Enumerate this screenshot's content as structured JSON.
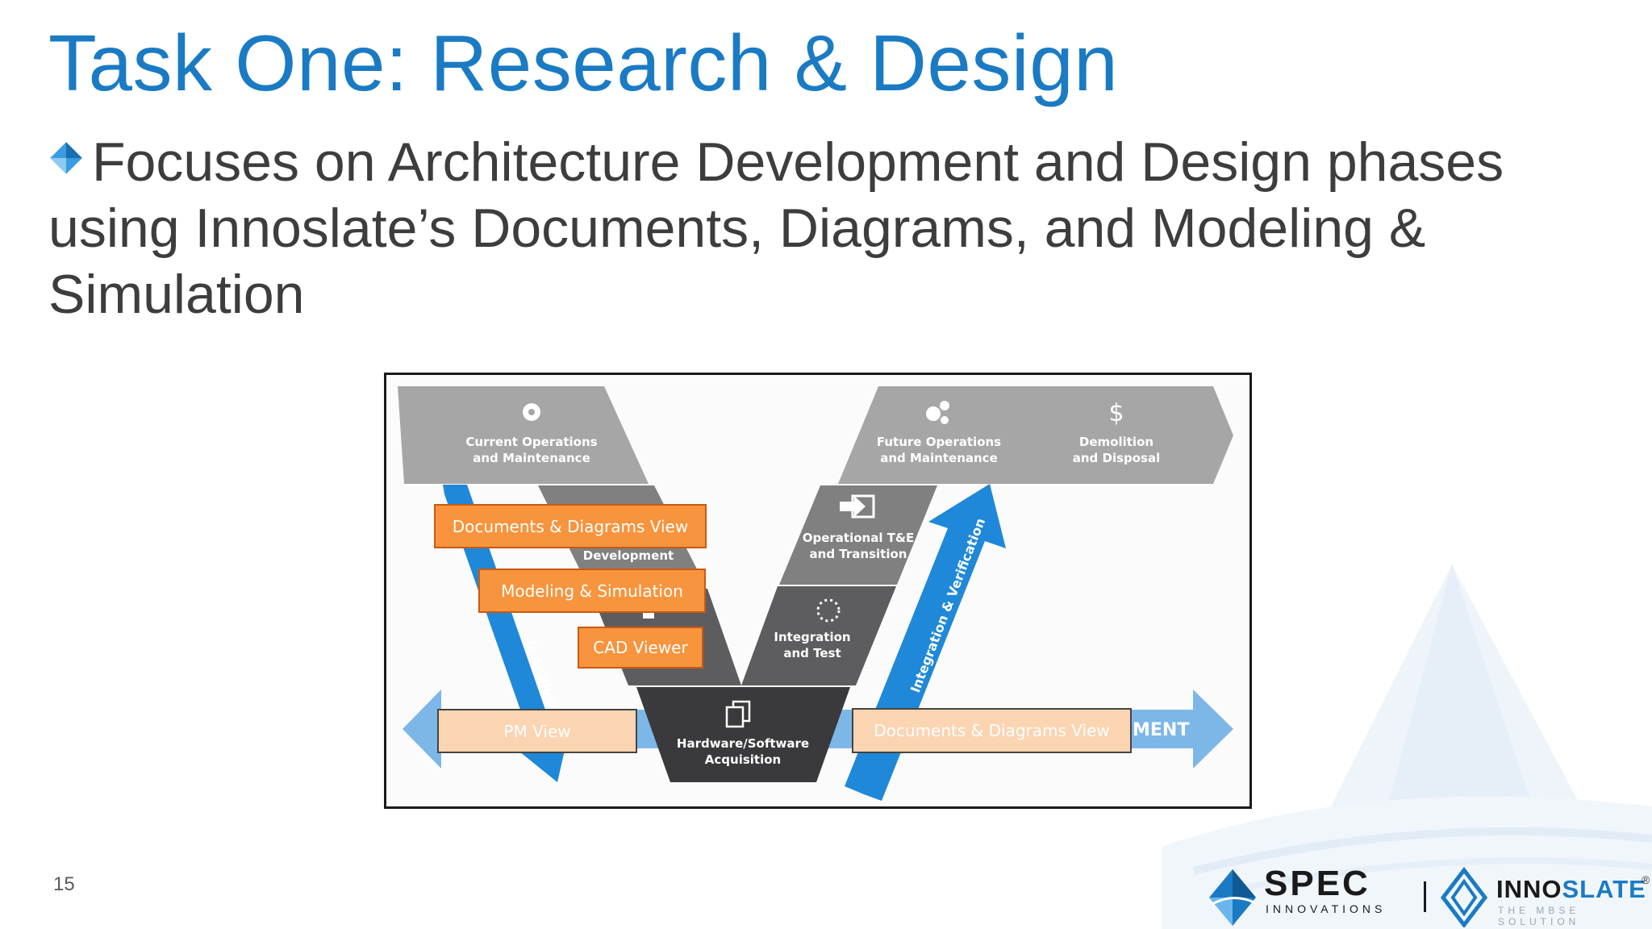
{
  "slide": {
    "title": "Task One: Research & Design",
    "bullet": "Focuses on Architecture Development and Design phases using Innoslate’s Documents, Diagrams, and Modeling & Simulation",
    "page_number": "15"
  },
  "diagram": {
    "stages": {
      "current_ops": [
        "Current Operations",
        "and Maintenance"
      ],
      "development": "Development",
      "future_ops": [
        "Future Operations",
        "and Maintenance"
      ],
      "demolition": [
        "Demolition",
        "and Disposal"
      ],
      "operational_te": [
        "Operational T&E",
        "and Transition"
      ],
      "integration": [
        "Integration",
        "and Test"
      ],
      "hw_sw": [
        "Hardware/Software",
        "Acquisition"
      ]
    },
    "arrows": {
      "left_arrow_label": "& Analysis",
      "right_arrow_label": "Integration & Verification",
      "horizontal_fragment": "MENT"
    },
    "overlays": {
      "documents_view_top": "Documents & Diagrams View",
      "modeling": "Modeling & Simulation",
      "cad": "CAD Viewer",
      "pm_view": "PM View",
      "documents_view_bottom": "Documents & Diagrams View"
    }
  },
  "logo": {
    "spec": "SPEC",
    "spec_sub": "INNOVATIONS",
    "inno_a": "INNO",
    "inno_b": "SLATE",
    "inno_sub": "THE MBSE SOLUTION",
    "reg": "®"
  },
  "colors": {
    "title_blue": "#1a7bc4",
    "body_text": "#3d3d3d",
    "orange": "#f7943d",
    "peach": "#fbd4b1",
    "arrow_blue": "#1f88d8",
    "light_blue": "#7db7e8",
    "stage_gray": "#a6a6a6",
    "stage_dark": "#3a3a3c"
  }
}
